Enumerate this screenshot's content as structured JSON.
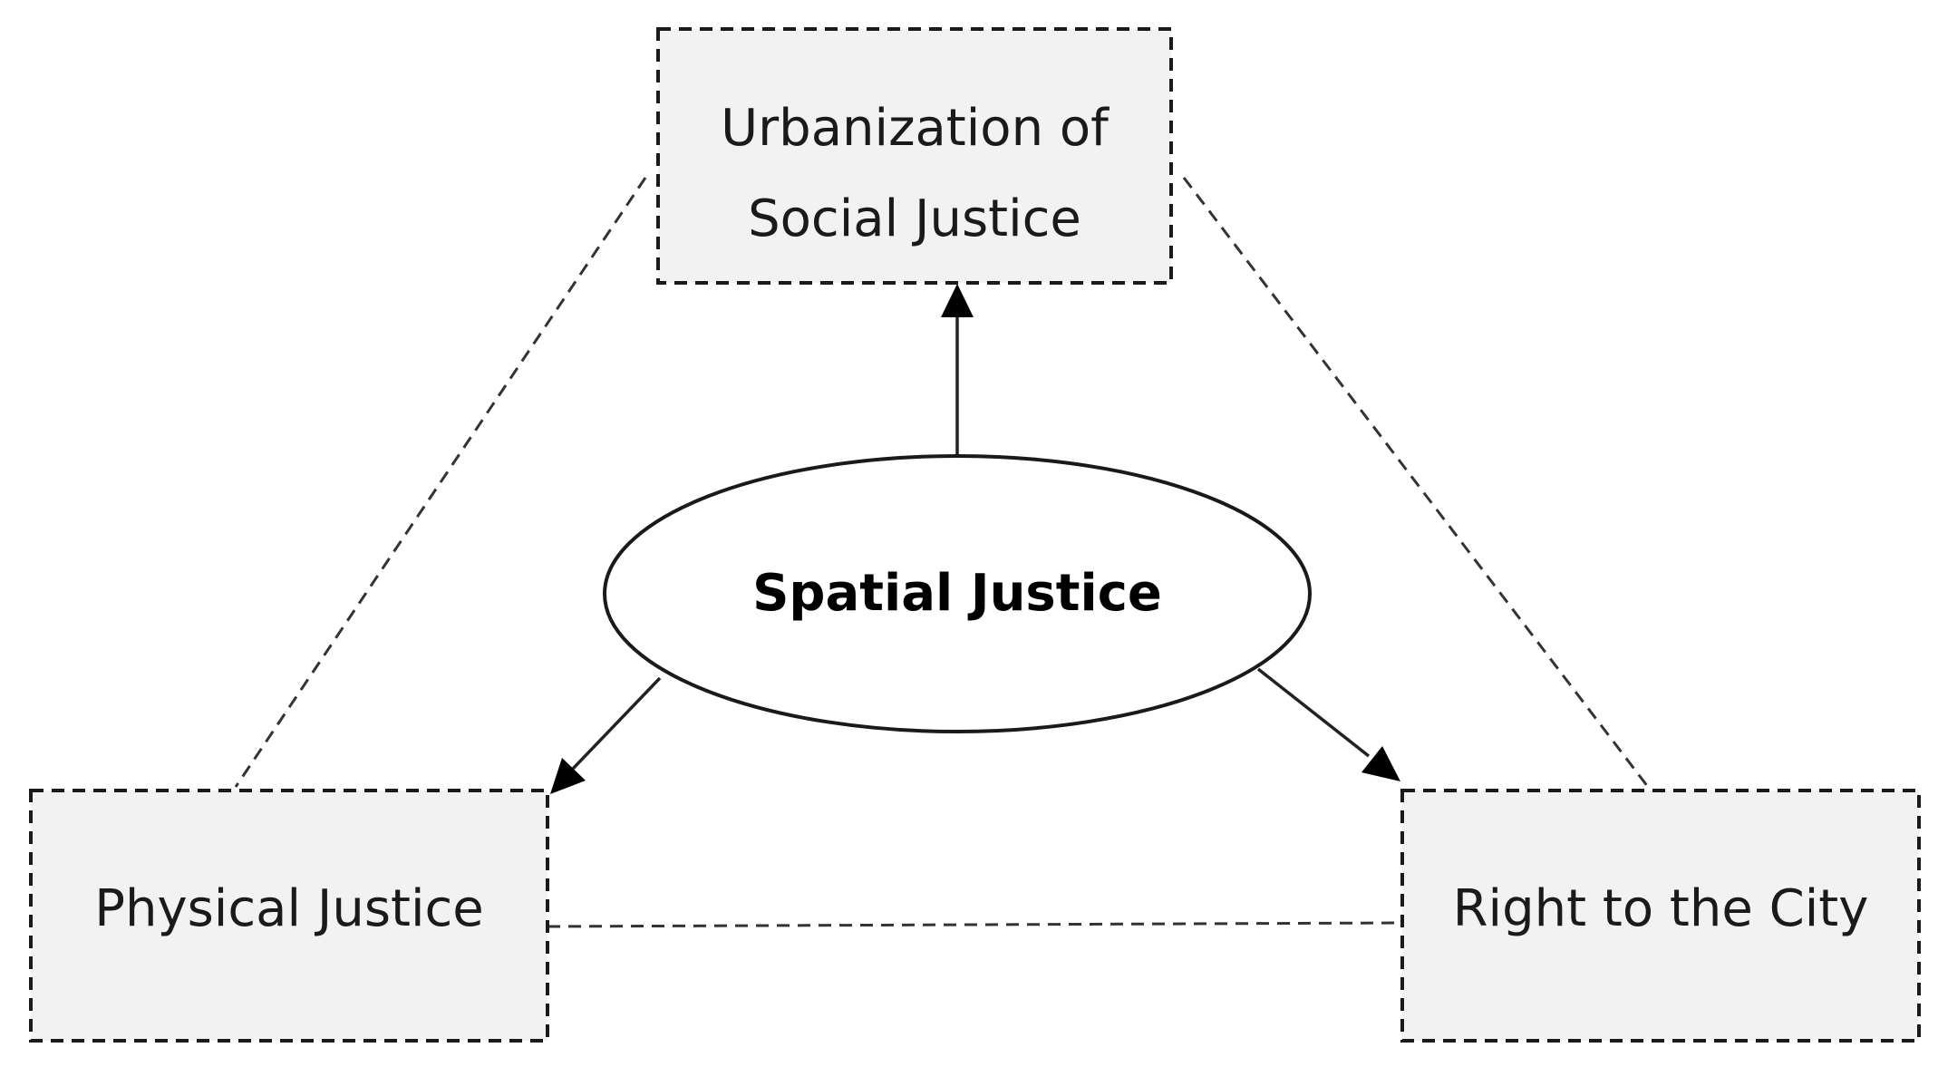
{
  "diagram": {
    "center": {
      "label": "Spatial Justice"
    },
    "nodes": {
      "top": {
        "line1": "Urbanization of",
        "line2": "Social Justice"
      },
      "left": {
        "label": "Physical Justice"
      },
      "right": {
        "label": "Right to the City"
      }
    },
    "edges": [
      {
        "from": "Spatial Justice",
        "to": "Urbanization of Social Justice",
        "style": "arrow"
      },
      {
        "from": "Spatial Justice",
        "to": "Physical Justice",
        "style": "arrow"
      },
      {
        "from": "Spatial Justice",
        "to": "Right to the City",
        "style": "arrow"
      },
      {
        "from": "Urbanization of Social Justice",
        "to": "Physical Justice",
        "style": "dashed"
      },
      {
        "from": "Urbanization of Social Justice",
        "to": "Right to the City",
        "style": "dashed"
      },
      {
        "from": "Physical Justice",
        "to": "Right to the City",
        "style": "dashed"
      }
    ]
  }
}
